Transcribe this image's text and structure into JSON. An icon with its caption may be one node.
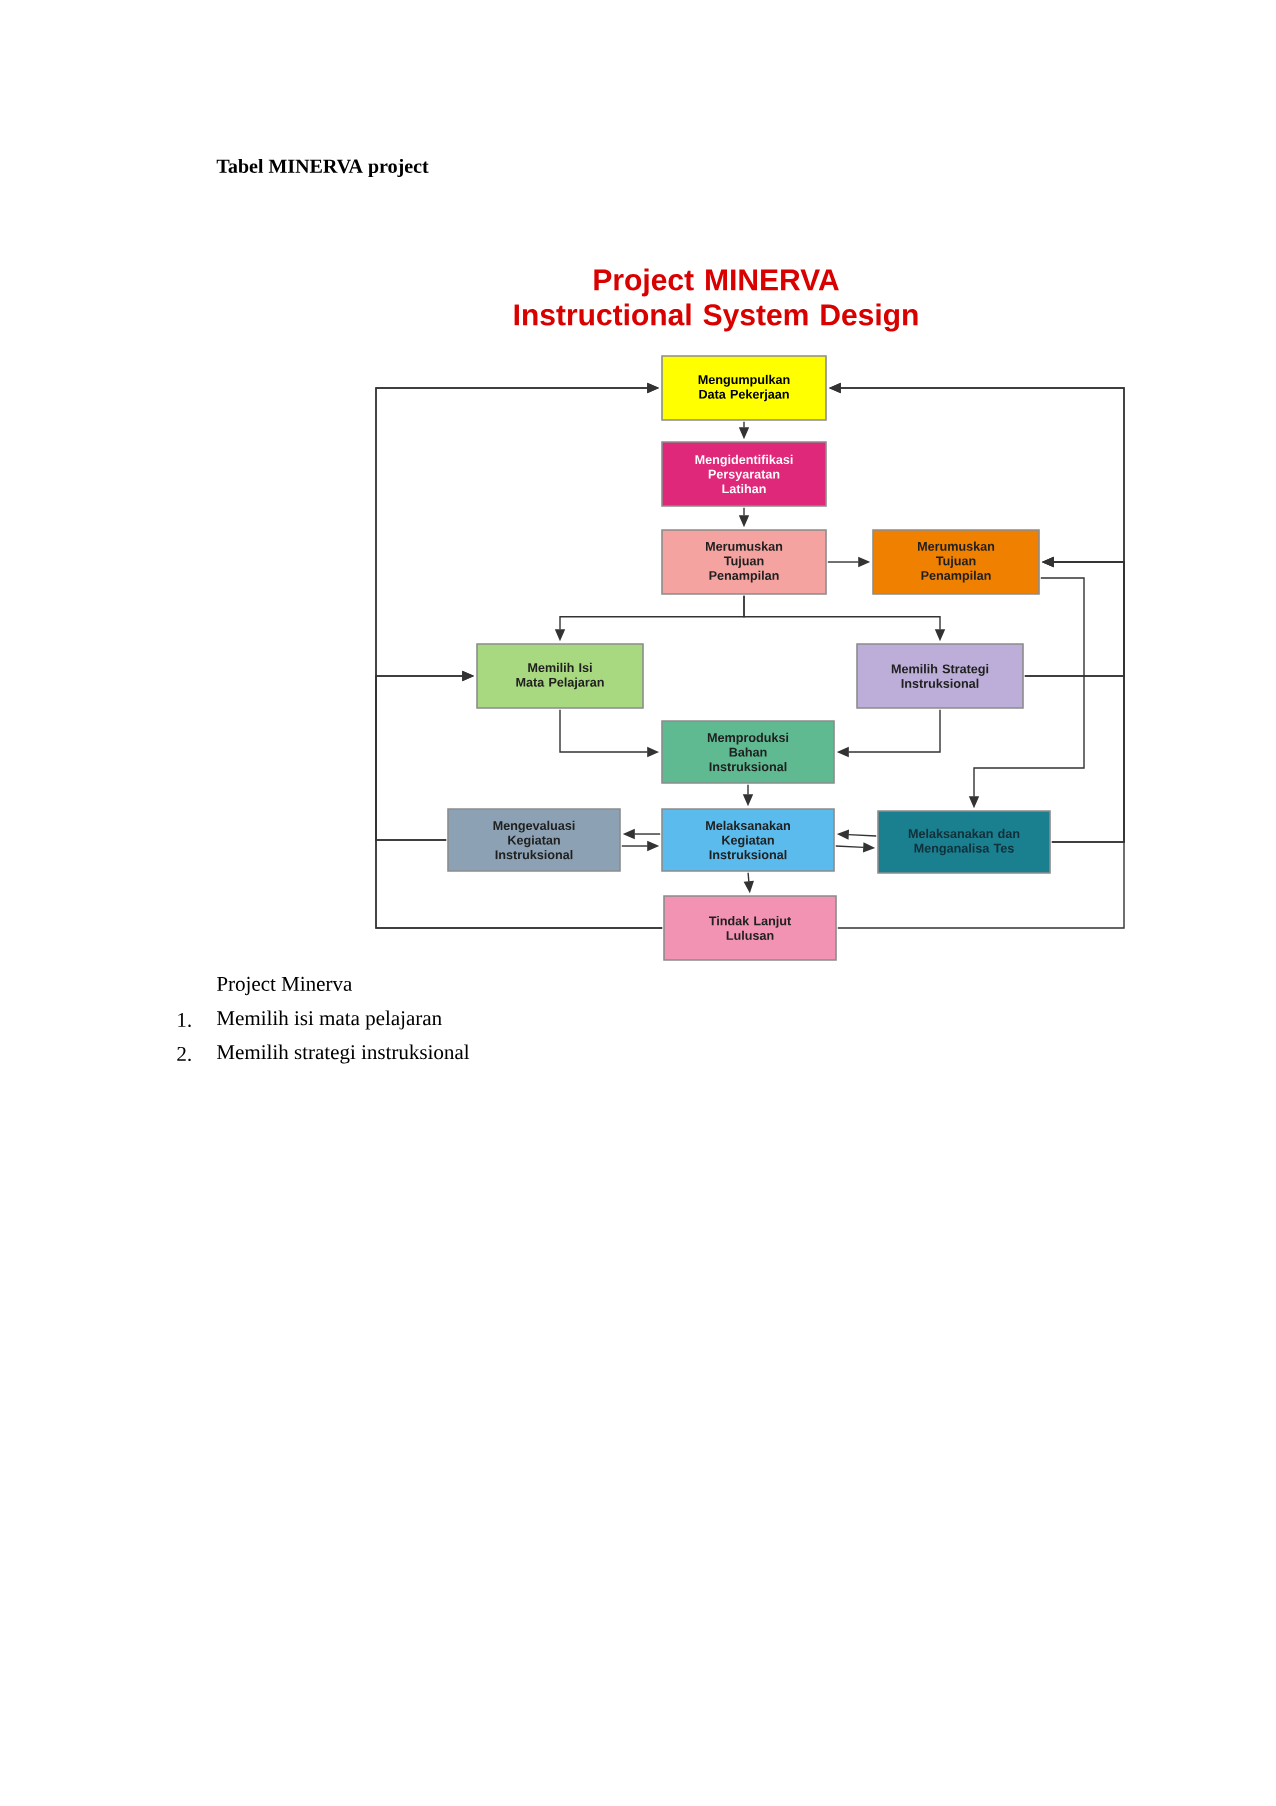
{
  "diagram": {
    "title": "Project MINERVA Instructional System Design",
    "nodes": [
      {
        "text": [
          "Mengumpulkan Data Pekerjaan"
        ]
      },
      {
        "text": [
          "Mengidentifikasi Persyaratan Latihan"
        ]
      },
      {
        "text": [
          "Merumuskan Tujuan Penampilan"
        ]
      },
      {
        "text": [
          "Merumuskan Tujuan Penampilan"
        ]
      },
      {
        "text": [
          "Memilih Isi Mata Pelajaran"
        ]
      },
      {
        "text": [
          "Memilih Strategi Instruksional"
        ]
      },
      {
        "text": [
          "Memproduksi Bahan Instruksional"
        ]
      },
      {
        "text": [
          "Mengevaluasi Kegiatan Instruksional"
        ]
      },
      {
        "text": [
          "Melaksanakan Kegiatan Instruksional"
        ]
      },
      {
        "text": [
          "Melaksanakan dan Menganalisa Tes"
        ]
      },
      {
        "text": [
          "Tindak Lanjut Lulusan"
        ]
      }
    ],
    "edges": [
      {
        "from": 0,
        "to": 1,
        "arrow": "to"
      },
      {
        "from": 1,
        "to": 2,
        "arrow": "to"
      },
      {
        "from": 2,
        "to": 3,
        "arrow": "to"
      },
      {
        "from": 2,
        "to": 4,
        "arrow": "to"
      },
      {
        "from": 2,
        "to": 5,
        "arrow": "to"
      },
      {
        "from": 4,
        "to": 6,
        "arrow": "to"
      },
      {
        "from": 5,
        "to": 6,
        "arrow": "to"
      },
      {
        "from": 6,
        "to": 8,
        "arrow": "to"
      },
      {
        "from": 8,
        "to": 7,
        "arrow": "to"
      },
      {
        "from": 7,
        "to": 8,
        "arrow": "to"
      },
      {
        "from": 9,
        "to": 8,
        "arrow": "to"
      },
      {
        "from": 8,
        "to": 9,
        "arrow": "to"
      },
      {
        "from": 8,
        "to": 10,
        "arrow": "to"
      },
      {
        "from": 3,
        "to": 9,
        "arrow": "to"
      },
      {
        "from": 7,
        "to": 0,
        "arrow": "to"
      },
      {
        "from": 7,
        "to": 4,
        "arrow": "to"
      },
      {
        "from": 10,
        "to": 0,
        "arrow": "to"
      },
      {
        "from": 10,
        "to": 4,
        "arrow": "to"
      },
      {
        "from": 5,
        "to": 0,
        "arrow": "to"
      },
      {
        "from": 5,
        "to": 3,
        "arrow": "to"
      },
      {
        "from": 9,
        "to": 0,
        "arrow": "to"
      },
      {
        "from": 9,
        "to": 3,
        "arrow": "to"
      },
      {
        "from": 10,
        "to": 3,
        "arrow": "to"
      }
    ],
    "labels": [
      "Tabel MINERVA project",
      "Project Minerva",
      "1.",
      "Memilih isi mata pelajaran",
      "2.",
      "Memilih strategi instruksional"
    ]
  }
}
